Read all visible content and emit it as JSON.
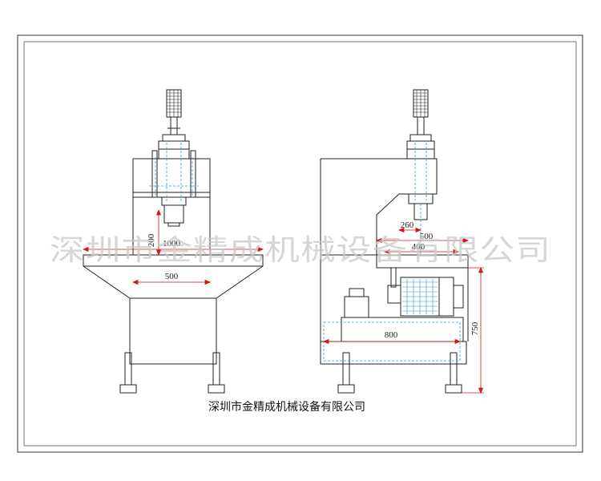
{
  "caption": "深圳市金精成机械设备有限公司",
  "watermark": "深圳市金精成机械设备有限公司",
  "colors": {
    "outline": "#222222",
    "dimension": "#d01818",
    "hidden": "#2f9fcf",
    "watermark": "#c9c9c9"
  },
  "front_view": {
    "dims": {
      "stroke": "200",
      "table_width": "1000",
      "base_width": "500"
    }
  },
  "side_view": {
    "dims": {
      "throat": "260",
      "table_depth": "500",
      "inner_width": "400",
      "base_length": "800",
      "height": "750"
    }
  }
}
